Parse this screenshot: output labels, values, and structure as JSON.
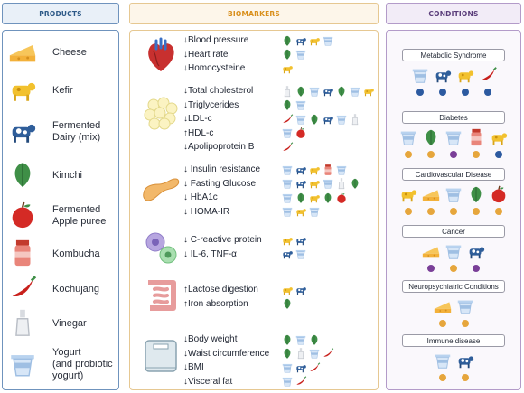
{
  "headers": {
    "products": "PRODUCTS",
    "biomarkers": "BIOMARKERS",
    "conditions": "CONDITIONS"
  },
  "products": [
    {
      "label": "Cheese",
      "icon": "cheese-icon"
    },
    {
      "label": "Kefir",
      "icon": "kefir-cow-icon"
    },
    {
      "label": "Fermented\nDairy (mix)",
      "icon": "dairy-cow-icon"
    },
    {
      "label": "Kimchi",
      "icon": "kimchi-icon"
    },
    {
      "label": "Fermented\nApple puree",
      "icon": "apple-icon"
    },
    {
      "label": "Kombucha",
      "icon": "kombucha-icon"
    },
    {
      "label": "Kochujang",
      "icon": "pepper-icon"
    },
    {
      "label": "Vinegar",
      "icon": "vinegar-icon"
    },
    {
      "label": "Yogurt\n(and probiotic\nyogurt)",
      "icon": "yogurt-icon"
    }
  ],
  "biomarkers": [
    {
      "organ": "heart-icon",
      "rows": [
        {
          "label": "↓Blood pressure",
          "icons": [
            "kimchi",
            "cow",
            "kefir",
            "yogurt"
          ]
        },
        {
          "label": "↓Heart rate",
          "icons": [
            "kimchi",
            "yogurt"
          ]
        },
        {
          "label": "↓Homocysteine",
          "icons": [
            "kefir"
          ]
        }
      ]
    },
    {
      "organ": "fat-cells-icon",
      "rows": [
        {
          "label": "↓Total cholesterol",
          "icons": [
            "vinegar",
            "kimchi",
            "yogurt",
            "cow",
            "kimchi",
            "yogurt",
            "kefir"
          ]
        },
        {
          "label": "↓Triglycerides",
          "icons": [
            "kimchi",
            "yogurt"
          ]
        },
        {
          "label": "↓LDL-c",
          "icons": [
            "pepper",
            "yogurt",
            "kimchi",
            "cow",
            "yogurt",
            "vinegar"
          ]
        },
        {
          "label": "↑HDL-c",
          "icons": [
            "yogurt",
            "apple"
          ]
        },
        {
          "label": "↓Apolipoprotein B",
          "icons": [
            "pepper"
          ]
        }
      ]
    },
    {
      "organ": "pancreas-icon",
      "rows": [
        {
          "label": "↓ Insulin resistance",
          "icons": [
            "yogurt",
            "cow",
            "kefir",
            "kombucha",
            "yogurt"
          ]
        },
        {
          "label": "↓ Fasting Glucose",
          "icons": [
            "yogurt",
            "cow",
            "kefir",
            "yogurt",
            "vinegar",
            "kimchi"
          ]
        },
        {
          "label": "↓ HbA1c",
          "icons": [
            "yogurt",
            "kimchi",
            "kefir",
            "kimchi",
            "apple"
          ]
        },
        {
          "label": "↓ HOMA-IR",
          "icons": [
            "yogurt",
            "kefir",
            "yogurt"
          ]
        }
      ]
    },
    {
      "organ": "immune-cells-icon",
      "rows": [
        {
          "label": "↓ C-reactive protein",
          "icons": [
            "kefir",
            "cow"
          ]
        },
        {
          "label": "↓ IL-6, TNF-α",
          "icons": [
            "cow",
            "yogurt"
          ]
        }
      ]
    },
    {
      "organ": "intestine-icon",
      "rows": [
        {
          "label": "↑Lactose digestion",
          "icons": [
            "kefir",
            "cow"
          ]
        },
        {
          "label": "↑Iron absorption",
          "icons": [
            "kimchi"
          ]
        }
      ]
    },
    {
      "organ": "scale-icon",
      "rows": [
        {
          "label": "↓Body weight",
          "icons": [
            "kimchi",
            "yogurt",
            "kimchi"
          ]
        },
        {
          "label": "↓Waist circumference",
          "icons": [
            "kimchi",
            "vinegar",
            "yogurt",
            "pepper"
          ]
        },
        {
          "label": "↓BMI",
          "icons": [
            "yogurt",
            "cow",
            "pepper"
          ]
        },
        {
          "label": "↓Visceral fat",
          "icons": [
            "yogurt",
            "pepper"
          ]
        }
      ]
    }
  ],
  "conditions": [
    {
      "label": "Metabolic Syndrome",
      "icons": [
        "yogurt",
        "cow",
        "kefir",
        "pepper"
      ],
      "dots": [
        "#2c5aa0",
        "#2c5aa0",
        "#2c5aa0",
        "#2c5aa0"
      ]
    },
    {
      "label": "Diabetes",
      "icons": [
        "yogurt",
        "kimchi",
        "yogurt",
        "kombucha",
        "kefir"
      ],
      "dots": [
        "#e6a63c",
        "#e6a63c",
        "#7a3f98",
        "#e6a63c",
        "#2c5aa0"
      ]
    },
    {
      "label": "Cardiovascular Disease",
      "icons": [
        "kefir",
        "cheese",
        "yogurt",
        "kimchi",
        "apple"
      ],
      "dots": [
        "#e6a63c",
        "#e6a63c",
        "#e6a63c",
        "#e6a63c",
        "#e6a63c"
      ]
    },
    {
      "label": "Cancer",
      "icons": [
        "cheese",
        "yogurt",
        "cow"
      ],
      "dots": [
        "#7a3f98",
        "#e6a63c",
        "#7a3f98"
      ]
    },
    {
      "label": "Neuropsychiatric Conditions",
      "icons": [
        "cheese",
        "yogurt"
      ],
      "dots": [
        "#e6a63c",
        "#e6a63c"
      ]
    },
    {
      "label": "Immune disease",
      "icons": [
        "yogurt",
        "cow"
      ],
      "dots": [
        "#e6a63c",
        "#e6a63c"
      ]
    }
  ]
}
